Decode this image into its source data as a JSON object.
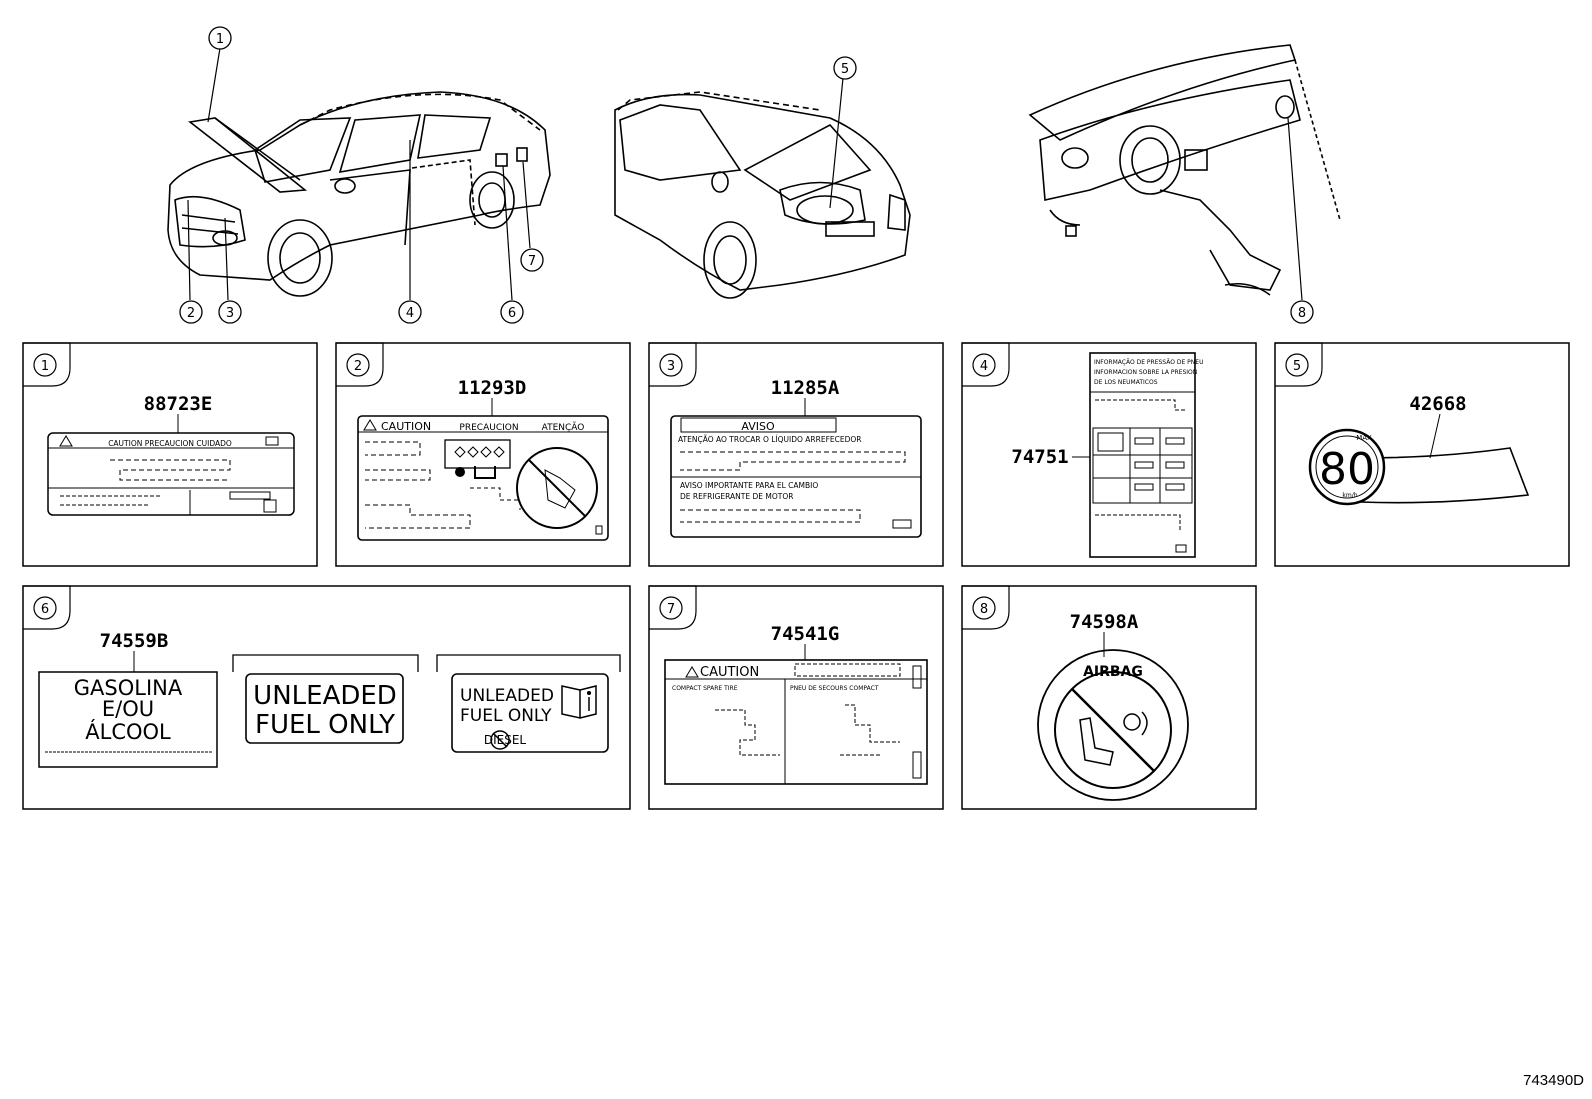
{
  "callouts": [
    "1",
    "2",
    "3",
    "4",
    "5",
    "6",
    "7",
    "8"
  ],
  "panels": {
    "p1": {
      "num": "1",
      "part": "88723E",
      "header": "CAUTION  PRECAUCION  CUIDADO"
    },
    "p2": {
      "num": "2",
      "part": "11293D",
      "header_caution": "CAUTION",
      "header_precaucion": "PRECAUCION",
      "header_atencao": "ATENÇÃO"
    },
    "p3": {
      "num": "3",
      "part": "11285A",
      "title": "AVISO",
      "line1": "ATENÇÃO  AO  TROCAR  O  LÍQUIDO  ARREFECEDOR",
      "line2": "AVISO  IMPORTANTE PARA EL CAMBIO",
      "line3": "DE REFRIGERANTE DE MOTOR"
    },
    "p4": {
      "num": "4",
      "part": "74751",
      "line1": "INFORMAÇÃO DE PRESSÃO DE PNEU",
      "line2": "INFORMACION SOBRE LA PRESION",
      "line3": "DE LOS NEUMATICOS"
    },
    "p5": {
      "num": "5",
      "part": "42668",
      "speed": "80",
      "max": "MAX",
      "unit": "km/h"
    },
    "p6": {
      "num": "6",
      "part": "74559B",
      "label_a_l1": "GASOLINA",
      "label_a_l2": "E/OU",
      "label_a_l3": "ÁLCOOL",
      "label_b_l1": "UNLEADED",
      "label_b_l2": "FUEL ONLY",
      "label_c_l1": "UNLEADED",
      "label_c_l2": "FUEL ONLY",
      "label_c_l3": "DIESEL"
    },
    "p7": {
      "num": "7",
      "part": "74541G",
      "header": "CAUTION",
      "sub_left": "COMPACT SPARE TIRE",
      "sub_right": "PNEU DE SECOURS COMPACT"
    },
    "p8": {
      "num": "8",
      "part": "74598A",
      "ring_text": "AIRBAG"
    }
  },
  "figure_id": "743490D"
}
